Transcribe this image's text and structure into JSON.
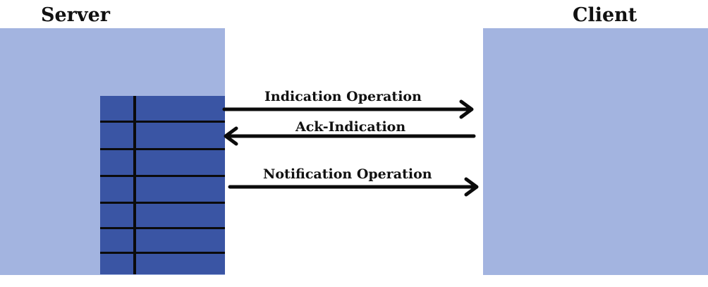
{
  "server": {
    "title": "Server"
  },
  "client": {
    "title": "Client"
  },
  "messages": [
    {
      "label": "Indication Operation",
      "direction": "server-to-client"
    },
    {
      "label": "Ack-Indication",
      "direction": "client-to-server"
    },
    {
      "label": "Notification Operation",
      "direction": "server-to-client"
    }
  ],
  "colors": {
    "panel": "#a3b4e0",
    "table": "#3a55a4",
    "arrow": "#0b0b0b"
  }
}
